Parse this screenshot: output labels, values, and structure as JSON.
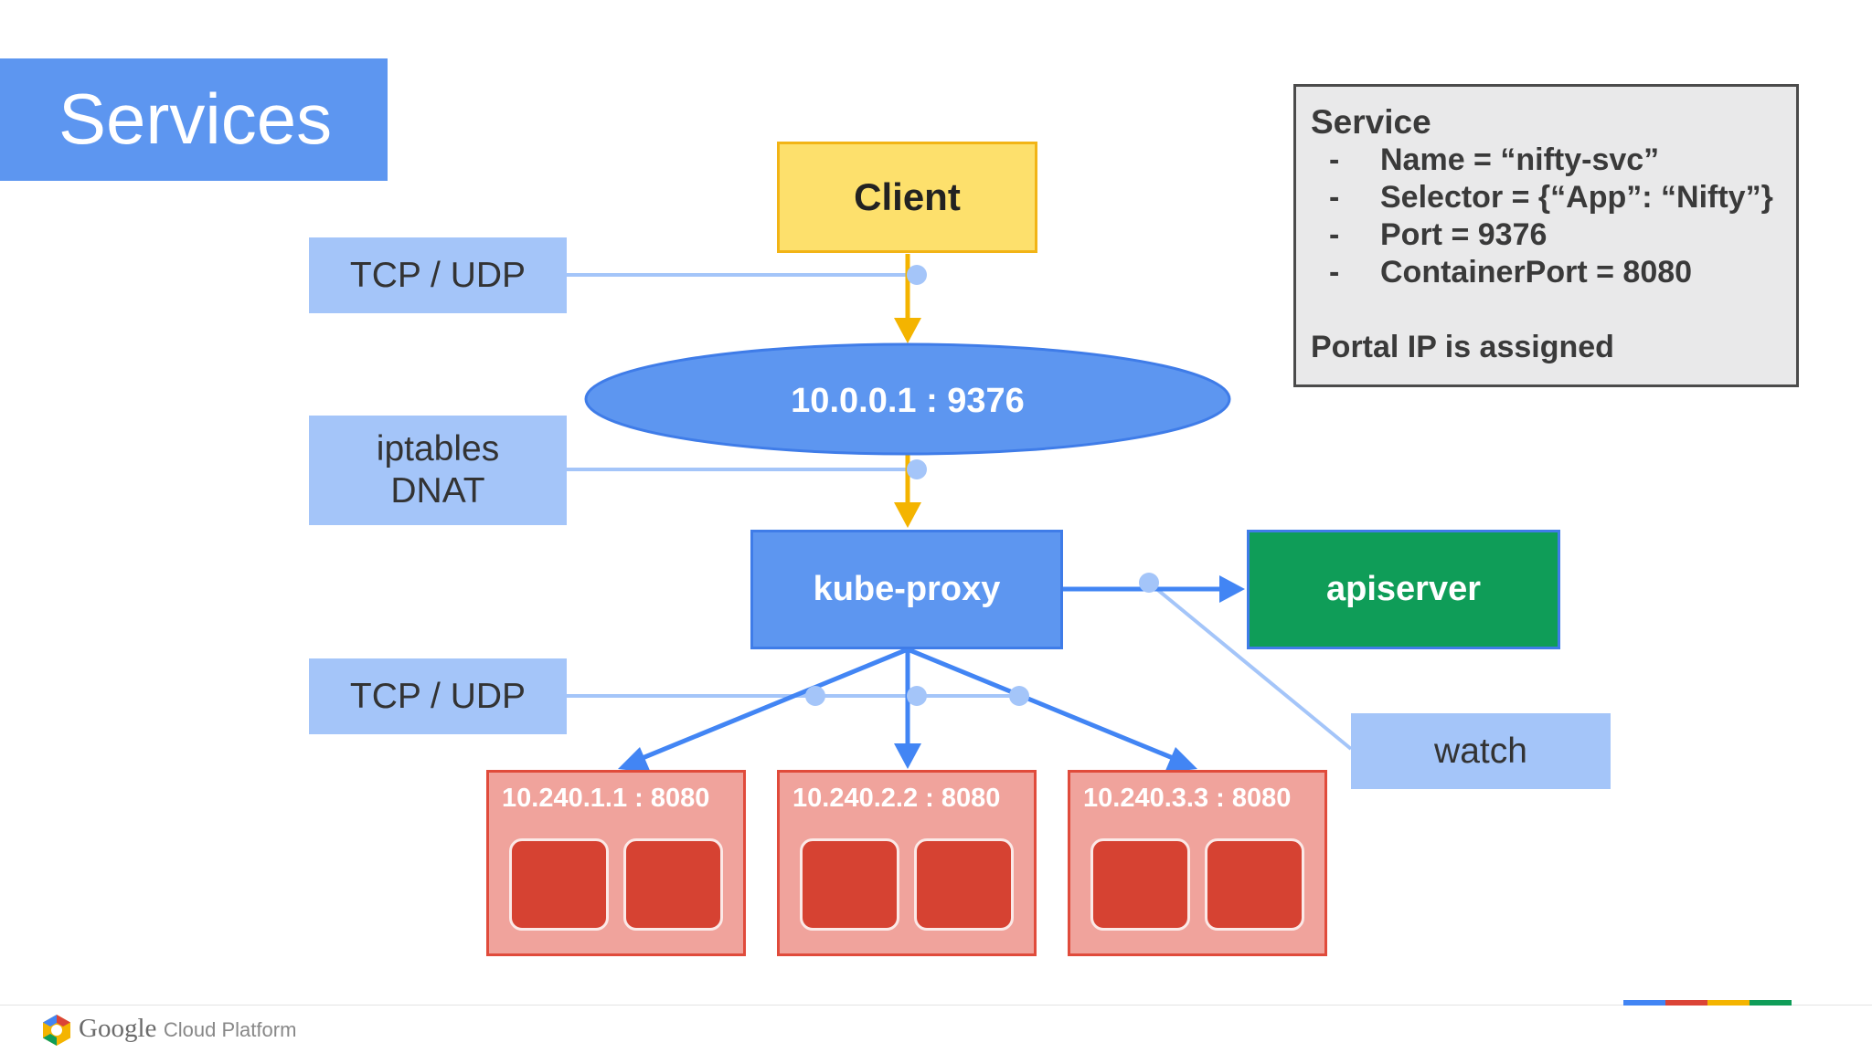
{
  "slide": {
    "title": "Services"
  },
  "labels": {
    "tcp_udp_top": "TCP / UDP",
    "iptables_line1": "iptables",
    "iptables_line2": "DNAT",
    "tcp_udp_bottom": "TCP / UDP",
    "watch": "watch"
  },
  "nodes": {
    "client": "Client",
    "service_ip": "10.0.0.1 : 9376",
    "kube_proxy": "kube-proxy",
    "apiserver": "apiserver"
  },
  "service_box": {
    "heading": "Service",
    "items": [
      {
        "dash": "-",
        "text": "Name = “nifty-svc”"
      },
      {
        "dash": "-",
        "text": "Selector = {“App”: “Nifty”}"
      },
      {
        "dash": "-",
        "text": "Port = 9376"
      },
      {
        "dash": "-",
        "text": "ContainerPort = 8080"
      }
    ],
    "note": "Portal IP is assigned"
  },
  "pods": [
    {
      "label": "10.240.1.1 : 8080"
    },
    {
      "label": "10.240.2.2 : 8080"
    },
    {
      "label": "10.240.3.3 : 8080"
    }
  ],
  "footer": {
    "brand_google": "Google",
    "brand_product": "Cloud Platform"
  },
  "colors": {
    "accent_blue": "#5d96f0",
    "label_blue": "#a4c5f9",
    "client_yellow": "#fde06c",
    "arrow_yellow": "#f4b400",
    "apiserver_green": "#0f9d58",
    "pod_fill": "#f0a39c",
    "container_red": "#d64232",
    "google_blue": "#4285f4",
    "google_red": "#db4437",
    "google_yellow": "#f4b400",
    "google_green": "#0f9d58"
  }
}
